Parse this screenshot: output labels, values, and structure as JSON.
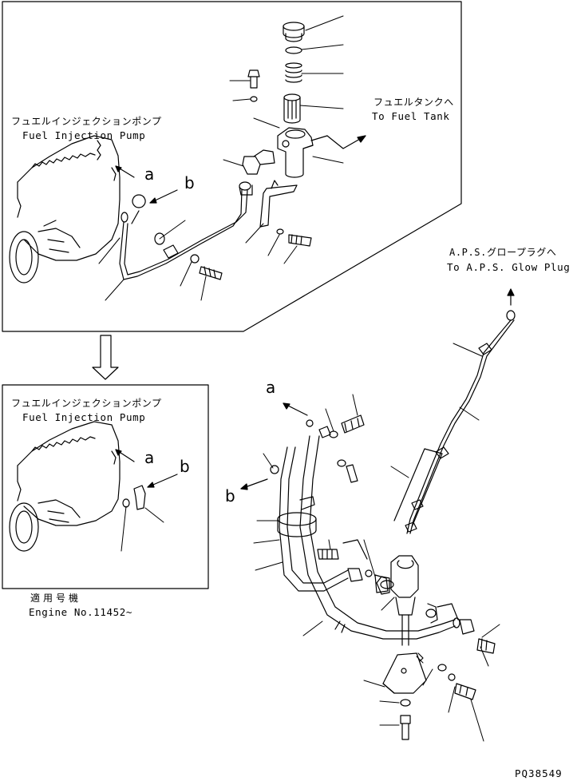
{
  "panel_top": {
    "pump_jp": "フュエルインジェクションポンプ",
    "pump_en": "Fuel Injection Pump",
    "tank_jp": "フュエルタンクへ",
    "tank_en": "To Fuel Tank",
    "letter_a": "a",
    "letter_b": "b"
  },
  "panel_inset": {
    "pump_jp": "フュエルインジェクションポンプ",
    "pump_en": "Fuel Injection Pump",
    "letter_a": "a",
    "letter_b": "b"
  },
  "applicability": {
    "jp": "適用号機",
    "en": "Engine No.11452~"
  },
  "main_view": {
    "glow_jp": "A.P.S.グロープラグへ",
    "glow_en": "To A.P.S. Glow Plug",
    "letter_a": "a",
    "letter_b": "b"
  },
  "drawing_code": "PQ38549"
}
